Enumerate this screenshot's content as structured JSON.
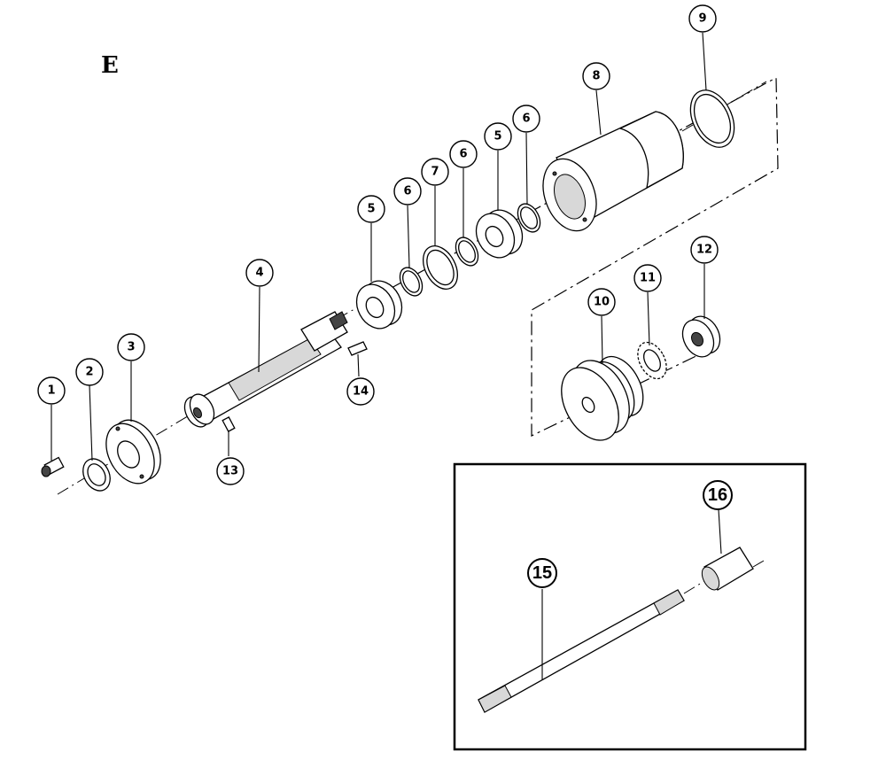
{
  "section_label": "E",
  "callouts": [
    {
      "id": "1",
      "label": "1"
    },
    {
      "id": "2",
      "label": "2"
    },
    {
      "id": "3",
      "label": "3"
    },
    {
      "id": "4",
      "label": "4"
    },
    {
      "id": "5a",
      "label": "5"
    },
    {
      "id": "6a",
      "label": "6"
    },
    {
      "id": "7",
      "label": "7"
    },
    {
      "id": "6b",
      "label": "6"
    },
    {
      "id": "5b",
      "label": "5"
    },
    {
      "id": "6c",
      "label": "6"
    },
    {
      "id": "8",
      "label": "8"
    },
    {
      "id": "9",
      "label": "9"
    },
    {
      "id": "10",
      "label": "10"
    },
    {
      "id": "11",
      "label": "11"
    },
    {
      "id": "12",
      "label": "12"
    },
    {
      "id": "13",
      "label": "13"
    },
    {
      "id": "14",
      "label": "14"
    },
    {
      "id": "15",
      "label": "15"
    },
    {
      "id": "16",
      "label": "16"
    }
  ]
}
